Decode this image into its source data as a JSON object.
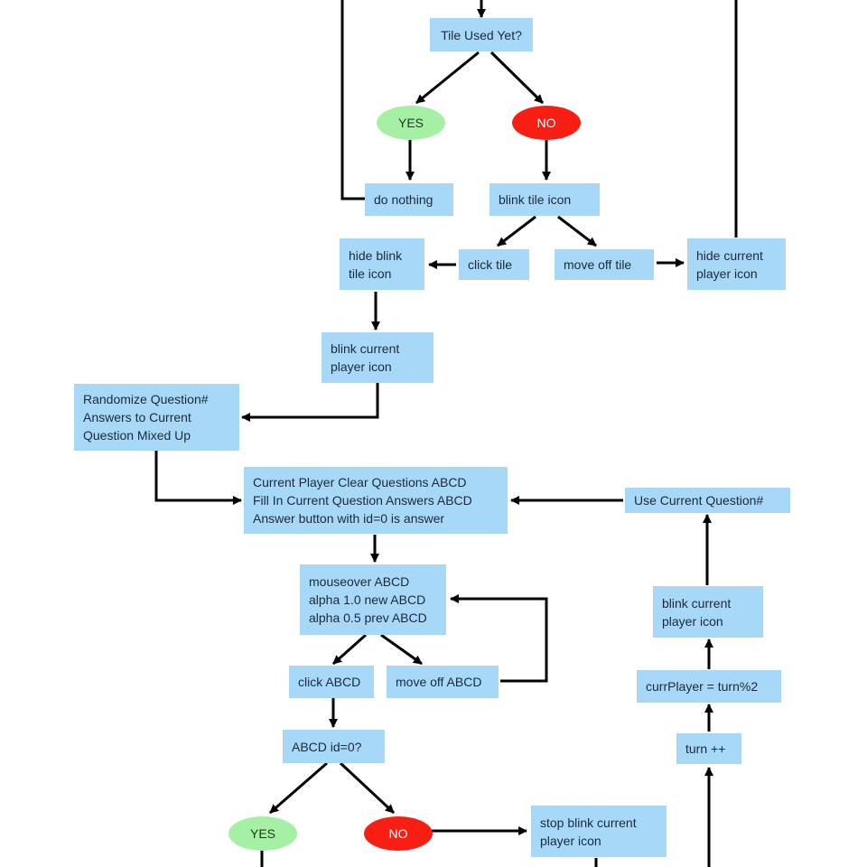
{
  "nodes": {
    "tile_used_yet": {
      "lines": [
        "Tile Used Yet?"
      ]
    },
    "yes_top": {
      "label": "YES"
    },
    "no_top": {
      "label": "NO"
    },
    "do_nothing": {
      "lines": [
        "do nothing"
      ]
    },
    "blink_tile_icon": {
      "lines": [
        "blink tile icon"
      ]
    },
    "hide_blink_tile_icon": {
      "lines": [
        "hide blink",
        "tile icon"
      ]
    },
    "click_tile": {
      "lines": [
        "click tile"
      ]
    },
    "move_off_tile": {
      "lines": [
        "move off tile"
      ]
    },
    "hide_current_player_icon": {
      "lines": [
        "hide current",
        "player icon"
      ]
    },
    "blink_current_player_icon_1": {
      "lines": [
        "blink current",
        "player icon"
      ]
    },
    "randomize_question": {
      "lines": [
        "Randomize Question#",
        "Answers to Current",
        "Question Mixed Up"
      ]
    },
    "current_player_clear": {
      "lines": [
        "Current Player Clear Questions ABCD",
        "Fill In Current Question Answers ABCD",
        "Answer button with id=0 is answer"
      ]
    },
    "use_current_question": {
      "lines": [
        "Use Current Question#"
      ]
    },
    "mouseover_abcd": {
      "lines": [
        "mouseover ABCD",
        "alpha 1.0 new ABCD",
        "alpha 0.5 prev ABCD"
      ]
    },
    "blink_current_player_icon_2": {
      "lines": [
        "blink current",
        "player icon"
      ]
    },
    "click_abcd": {
      "lines": [
        "click ABCD"
      ]
    },
    "move_off_abcd": {
      "lines": [
        "move off ABCD"
      ]
    },
    "curr_player_turn": {
      "lines": [
        "currPlayer = turn%2"
      ]
    },
    "abcd_id0": {
      "lines": [
        "ABCD id=0?"
      ]
    },
    "turn_plus": {
      "lines": [
        "turn ++"
      ]
    },
    "yes_bottom": {
      "label": "YES"
    },
    "no_bottom": {
      "label": "NO"
    },
    "stop_blink": {
      "lines": [
        "stop blink current",
        "player icon"
      ]
    }
  },
  "colors": {
    "process_box": "#a8d8f8",
    "yes_oval": "#a6f0a6",
    "no_oval": "#f81e14",
    "arrow": "#000000"
  }
}
